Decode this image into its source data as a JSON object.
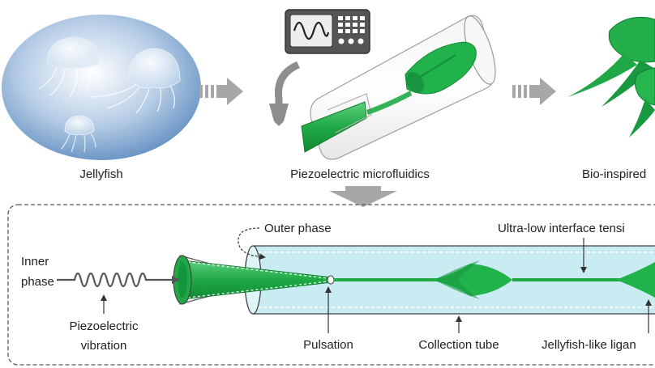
{
  "labels": {
    "jellyfish": "Jellyfish",
    "piezo_microfluidics": "Piezoelectric microfluidics",
    "bio_inspired": "Bio-inspired",
    "outer_phase": "Outer phase",
    "ultra_low": "Ultra-low interface tensi",
    "inner_phase_1": "Inner",
    "inner_phase_2": "phase",
    "piezo_vibration_1": "Piezoelectric",
    "piezo_vibration_2": "vibration",
    "pulsation": "Pulsation",
    "collection_tube": "Collection tube",
    "jellyfish_like": "Jellyfish-like ligan"
  },
  "colors": {
    "green": "#1fa845",
    "green_dark": "#128534",
    "tube_fill": "#c9ecf2",
    "blob_blue": "#6d98c6",
    "arrow_gray": "#a7a7a7",
    "text": "#222222"
  },
  "icons": [
    "jellyfish-icon",
    "function-generator-icon",
    "curved-arrow-icon",
    "sine-wave-icon"
  ]
}
